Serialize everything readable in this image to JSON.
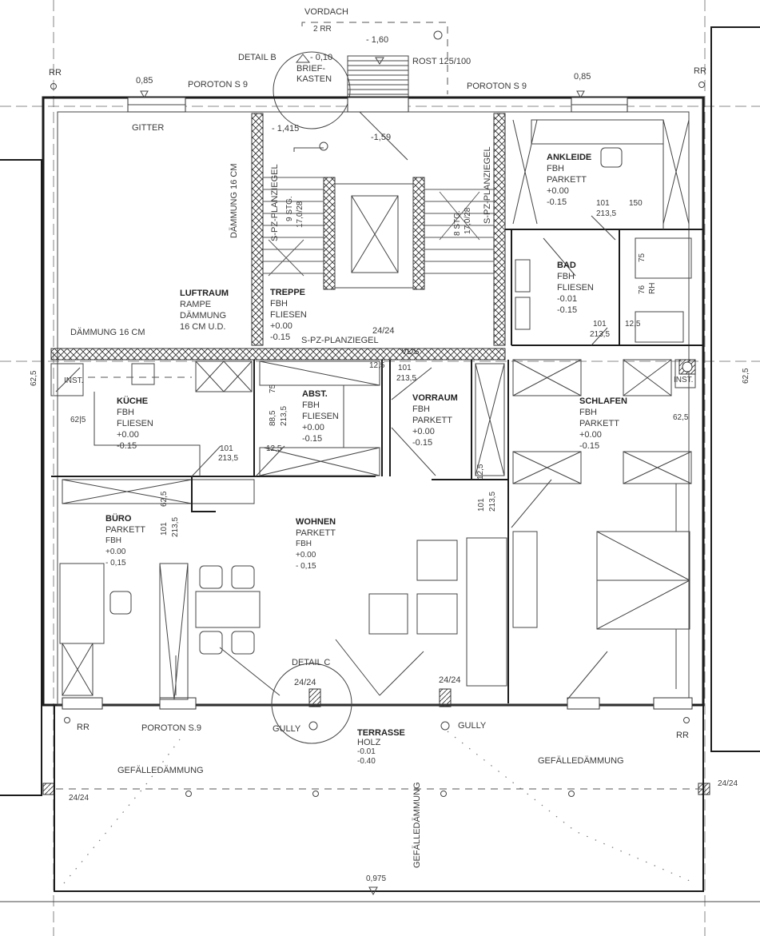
{
  "drawing": {
    "title_marks": {
      "vordach": "VORDACH",
      "rr_top": "2 RR",
      "level_entrance": "- 1,60",
      "detail_b": "DETAIL B",
      "level_detail_b": "- 0,10",
      "briefkasten_1": "BRIEF-",
      "briefkasten_2": "KASTEN",
      "rost": "ROST 125/100",
      "level_stair_left": "- 1,415",
      "level_stair_right": "-1,59"
    },
    "north_wall": {
      "rr_left": "RR",
      "rr_right": "RR",
      "level_left": "0,85",
      "level_right": "0,85",
      "poroton_left": "POROTON S 9",
      "poroton_right": "POROTON S 9",
      "gitter": "GITTER"
    },
    "walls": {
      "daemmung_vertical": "DÄMMUNG 16 CM",
      "daemmung_horizontal": "DÄMMUNG 16 CM",
      "spz_left": "S-PZ-PLANZIEGEL",
      "spz_right": "S-PZ-PLANZIEGEL",
      "spz_bottom": "S-PZ-PLANZIEGEL",
      "pillar_mid": "24/24",
      "vds": "VDS"
    },
    "stairs": {
      "left_steps": "9 STG.",
      "left_ratio": "17,0/28",
      "right_steps": "8 STG.",
      "right_ratio": "17,0/28"
    },
    "rooms": [
      {
        "id": "luftraum",
        "name": "LUFTRAUM",
        "lines": [
          "RAMPE",
          "DÄMMUNG",
          "16 CM U.D."
        ]
      },
      {
        "id": "treppe",
        "name": "TREPPE",
        "lines": [
          "FBH",
          "FLIESEN",
          "+0.00",
          "-0.15"
        ]
      },
      {
        "id": "ankleide",
        "name": "ANKLEIDE",
        "lines": [
          "FBH",
          "PARKETT",
          "+0.00",
          "-0.15"
        ]
      },
      {
        "id": "bad",
        "name": "BAD",
        "lines": [
          "FBH",
          "FLIESEN",
          "-0.01",
          "-0.15"
        ]
      },
      {
        "id": "kueche",
        "name": "KÜCHE",
        "lines": [
          "FBH",
          "FLIESEN",
          "+0.00",
          "-0.15"
        ]
      },
      {
        "id": "abst",
        "name": "ABST.",
        "lines": [
          "FBH",
          "FLIESEN",
          "+0.00",
          "-0.15"
        ]
      },
      {
        "id": "vorraum",
        "name": "VORRAUM",
        "lines": [
          "FBH",
          "PARKETT",
          "+0.00",
          "-0.15"
        ]
      },
      {
        "id": "schlafen",
        "name": "SCHLAFEN",
        "lines": [
          "FBH",
          "PARKETT",
          "+0.00",
          "-0.15"
        ]
      },
      {
        "id": "buero",
        "name": "BÜRO",
        "lines": [
          "PARKETT",
          "FBH",
          "+0.00",
          "- 0,15"
        ]
      },
      {
        "id": "wohnen",
        "name": "WOHNEN",
        "lines": [
          "PARKETT",
          "FBH",
          "+0.00",
          "- 0,15"
        ]
      },
      {
        "id": "terrasse",
        "name": "TERRASSE",
        "lines": [
          "HOLZ",
          "-0.01",
          "-0.40"
        ]
      }
    ],
    "dimensions": {
      "ankleide_door_w": "101",
      "ankleide_door_h": "213,5",
      "ankleide_150": "150",
      "bad_75": "75",
      "bad_76": "76",
      "bad_rh": "RH",
      "bad_door_w": "101",
      "bad_door_h": "213,5",
      "bad_12_5": "12,5",
      "left_62_5": "62,5",
      "right_62_5": "62,5",
      "kueche_62_5": "62|5",
      "kueche_door_w": "101",
      "kueche_door_h": "213,5",
      "kueche_12_5": "12,5",
      "abst_75": "75",
      "abst_88_5": "88,5",
      "abst_213_5": "213,5",
      "vorraum_12_5": "12,5",
      "vorraum_door_w": "101",
      "vorraum_door_h": "213,5",
      "schlafen_62_5": "62,5",
      "wohnen_12_5": "12,5",
      "wohnen_door_w": "101",
      "wohnen_door_h": "213,5",
      "buero_62_5": "62,5",
      "buero_door_w": "101",
      "buero_door_h": "213,5",
      "inst_left": "INST.",
      "inst_right": "INST."
    },
    "south": {
      "detail_c": "DETAIL C",
      "pillar_detail_c": "24/24",
      "pillar_right": "24/24",
      "gully_left": "GULLY",
      "gully_right": "GULLY",
      "rr_left": "RR",
      "rr_right": "RR",
      "poroton": "POROTON S.9",
      "gefaelle_left": "GEFÄLLEDÄMMUNG",
      "gefaelle_right": "GEFÄLLEDÄMMUNG",
      "gefaelle_vertical": "GEFÄLLEDÄMMUNG",
      "pillar_sw": "24/24",
      "pillar_se": "24/24",
      "level_bottom": "0,975"
    }
  }
}
